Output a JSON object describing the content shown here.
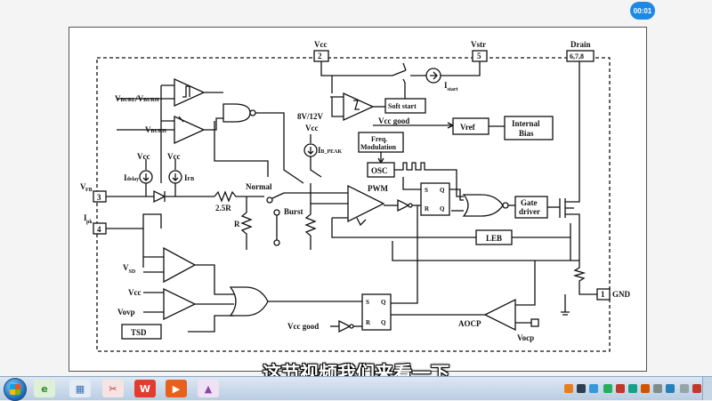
{
  "timer": "00:01",
  "subtitle": "这节视频我们来看一下",
  "schematic": {
    "pins": {
      "vcc": "Vcc",
      "vcc_num": "2",
      "vstr": "Vstr",
      "vstr_num": "5",
      "drain": "Drain",
      "drain_num": "6,7,8",
      "vfb": "V",
      "vfb_sub": "FB",
      "vfb_num": "3",
      "ipk": "I",
      "ipk_sub": "pk",
      "ipk_num": "4",
      "gnd": "GND",
      "gnd_num": "1"
    },
    "labels": {
      "vburl_vburh": "V",
      "vburl_sub": "BURL",
      "slash_v": "/V",
      "vburh_sub": "BURH",
      "vburh": "V",
      "vburh2_sub": "BURH",
      "soft_start": "Soft start",
      "istart": "I",
      "istart_sub": "start",
      "vcc_8_12": "8V/12V",
      "vcc_good": "Vcc good",
      "vref": "Vref",
      "internal_bias_1": "Internal",
      "internal_bias_2": "Bias",
      "vcc_mid": "Vcc",
      "ib_peak": "I",
      "ib_peak_sub": "B_PEAK",
      "freq_1": "Freq.",
      "freq_2": "Modulation",
      "osc": "OSC",
      "vcc_a": "Vcc",
      "vcc_b": "Vcc",
      "idelay": "I",
      "idelay_sub": "delay",
      "ifb": "I",
      "ifb_sub": "FB",
      "normal": "Normal",
      "burst": "Burst",
      "r25": "2.5R",
      "r": "R",
      "pwm": "PWM",
      "s": "S",
      "q": "Q",
      "rr": "R",
      "qbar": "Q",
      "gate_driver_1": "Gate",
      "gate_driver_2": "driver",
      "leb": "LEB",
      "vsd": "V",
      "vsd_sub": "SD",
      "vcc_c": "Vcc",
      "vovp": "Vovp",
      "tsd": "TSD",
      "vcc_good2": "Vcc good",
      "aocp": "AOCP",
      "vocp": "Vocp"
    }
  },
  "taskbar": {
    "start": "Start",
    "apps": [
      "ie-icon",
      "office-icon",
      "paint-icon",
      "wps-writer-icon",
      "wps-presentation-icon",
      "media-icon"
    ]
  }
}
